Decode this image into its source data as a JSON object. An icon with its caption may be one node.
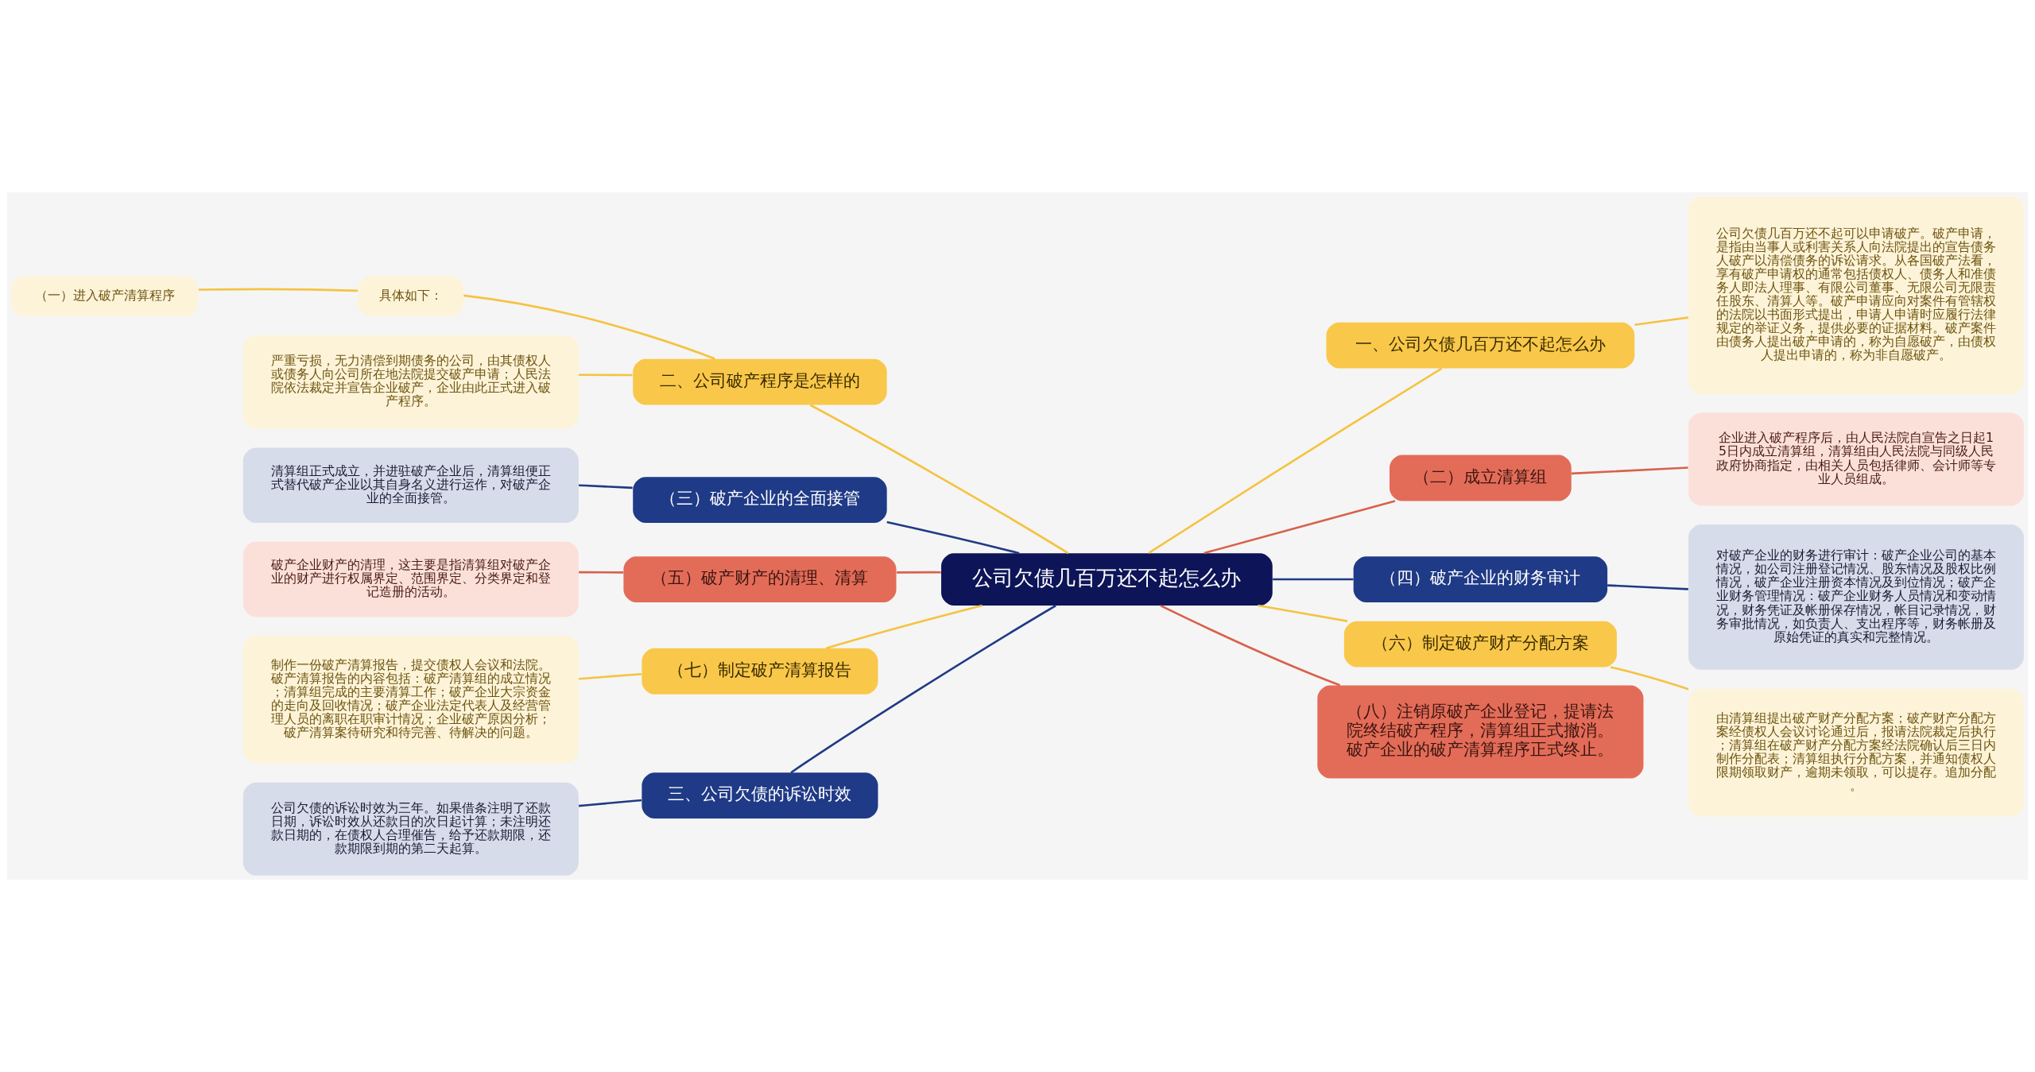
{
  "diagram": {
    "nodes": [
      {
        "text": [
          "公司欠债几百万还不起怎么办"
        ]
      },
      {
        "text": [
          "一、公司欠债几百万还不起怎么办"
        ]
      },
      {
        "text": [
          "公司欠债几百万还不起可以申请破产。破产申请，是指由当事人或利害关系人向法院提出的宣告债务人破产以清偿债务的诉讼请求。从各国破产法看，享有破产申请权的通常包括债权人、债务人和准债务人即法人理事、有限公司董事、无限公司无限责任股东、清算人等。破产申请应向对案件有管辖权的法院以书面形式提出，申请人申请时应履行法律规定的举证义务，提供必要的证据材料。破产案件由债务人提出破产申请的，称为自愿破产，由债权人提出申请的，称为非自愿破产。"
        ]
      },
      {
        "text": [
          "（二）成立清算组"
        ]
      },
      {
        "text": [
          "企业进入破产程序后，由人民法院自宣告之日起15日内成立清算组，清算组由人民法院与同级人民政府协商指定，由相关人员包括律师、会计师等专业人员组成。"
        ]
      },
      {
        "text": [
          "（四）破产企业的财务审计"
        ]
      },
      {
        "text": [
          "对破产企业的财务进行审计：破产企业公司的基本情况，如公司注册登记情况、股东情况及股权比例情况，破产企业注册资本情况及到位情况；破产企业财务管理情况：破产企业财务人员情况和变动情况，财务凭证及帐册保存情况，帐目记录情况，财务审批情况，如负责人、支出程序等，财务帐册及原始凭证的真实和完整情况。"
        ]
      },
      {
        "text": [
          "（六）制定破产财产分配方案"
        ]
      },
      {
        "text": [
          "由清算组提出破产财产分配方案；破产财产分配方案经债权人会议讨论通过后，报请法院裁定后执行；清算组在破产财产分配方案经法院确认后三日内制作分配表；清算组执行分配方案，并通知债权人限期领取财产，逾期未领取，可以提存。追加分配。"
        ]
      },
      {
        "text": [
          "（八）注销原破产企业登记，提请法院终结破产程序，清算组正式撤消。破产企业的破产清算程序正式终止。"
        ]
      },
      {
        "text": [
          "二、公司破产程序是怎样的"
        ]
      },
      {
        "text": [
          "具体如下："
        ]
      },
      {
        "text": [
          "（一）进入破产清算程序"
        ]
      },
      {
        "text": [
          "严重亏损，无力清偿到期债务的公司，由其债权人或债务人向公司所在地法院提交破产申请；人民法院依法裁定并宣告企业破产，企业由此正式进入破产程序。"
        ]
      },
      {
        "text": [
          "（三）破产企业的全面接管"
        ]
      },
      {
        "text": [
          "清算组正式成立，并进驻破产企业后，清算组便正式替代破产企业以其自身名义进行运作，对破产企业的全面接管。"
        ]
      },
      {
        "text": [
          "（五）破产财产的清理、清算"
        ]
      },
      {
        "text": [
          "破产企业财产的清理，这主要是指清算组对破产企业的财产进行权属界定、范围界定、分类界定和登记造册的活动。"
        ]
      },
      {
        "text": [
          "（七）制定破产清算报告"
        ]
      },
      {
        "text": [
          "制作一份破产清算报告，提交债权人会议和法院。破产清算报告的内容包括：破产清算组的成立情况；清算组完成的主要清算工作；破产企业大宗资金的走向及回收情况；破产企业法定代表人及经营管理人员的离职在职审计情况；企业破产原因分析；破产清算案待研究和待完善、待解决的问题。"
        ]
      },
      {
        "text": [
          "三、公司欠债的诉讼时效"
        ]
      },
      {
        "text": [
          "公司欠债的诉讼时效为三年。如果借条注明了还款日期，诉讼时效从还款日的次日起计算；未注明还款日期的，在债权人合理催告，给予还款期限，还款期限到期的第二天起算。"
        ]
      }
    ],
    "edges": [
      {
        "from": 0,
        "to": 1,
        "arrow": "none"
      },
      {
        "from": 1,
        "to": 2,
        "arrow": "none"
      },
      {
        "from": 0,
        "to": 3,
        "arrow": "none",
        "color": "#d9604c"
      },
      {
        "from": 3,
        "to": 4,
        "arrow": "none",
        "color": "#d9604c"
      },
      {
        "from": 0,
        "to": 5,
        "arrow": "none",
        "color": "#1f3a86"
      },
      {
        "from": 5,
        "to": 6,
        "arrow": "none",
        "color": "#1f3a86"
      },
      {
        "from": 0,
        "to": 7,
        "arrow": "none"
      },
      {
        "from": 7,
        "to": 8,
        "arrow": "none"
      },
      {
        "from": 0,
        "to": 9,
        "arrow": "none",
        "color": "#d9604c"
      },
      {
        "from": 0,
        "to": 10,
        "arrow": "none"
      },
      {
        "from": 10,
        "to": 11,
        "arrow": "none"
      },
      {
        "from": 11,
        "to": 12,
        "arrow": "none"
      },
      {
        "from": 10,
        "to": 13,
        "arrow": "none"
      },
      {
        "from": 0,
        "to": 14,
        "arrow": "none",
        "color": "#1f3a86"
      },
      {
        "from": 14,
        "to": 15,
        "arrow": "none",
        "color": "#1f3a86"
      },
      {
        "from": 0,
        "to": 16,
        "arrow": "none",
        "color": "#d9604c"
      },
      {
        "from": 16,
        "to": 17,
        "arrow": "none",
        "color": "#d9604c"
      },
      {
        "from": 0,
        "to": 18,
        "arrow": "none"
      },
      {
        "from": 18,
        "to": 19,
        "arrow": "none"
      },
      {
        "from": 0,
        "to": 20,
        "arrow": "none",
        "color": "#1f3a86"
      },
      {
        "from": 20,
        "to": 21,
        "arrow": "none",
        "color": "#1f3a86"
      }
    ]
  }
}
